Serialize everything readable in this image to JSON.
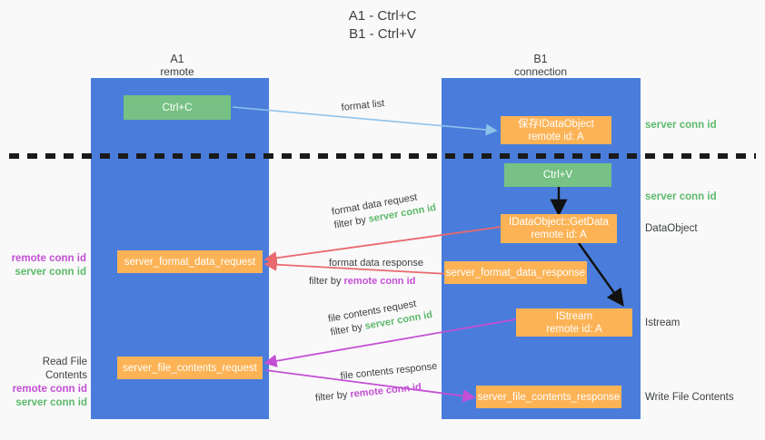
{
  "title": {
    "line1": "A1 - Ctrl+C",
    "line2": "B1 - Ctrl+V"
  },
  "columns": {
    "left": {
      "name": "A1",
      "role": "remote"
    },
    "right": {
      "name": "B1",
      "role": "connection"
    }
  },
  "nodes": {
    "ctrl_c": {
      "label": "Ctrl+C"
    },
    "save_idataobject": {
      "line1": "保存IDataObject",
      "line2": "remote id: A"
    },
    "ctrl_v": {
      "label": "Ctrl+V"
    },
    "getdata": {
      "line1": "IDataObject::GetData",
      "line2": "remote id: A"
    },
    "format_data_request": {
      "label": "server_format_data_request"
    },
    "format_data_response": {
      "label": "server_format_data_response"
    },
    "istream": {
      "line1": "IStream",
      "line2": "remote id: A"
    },
    "file_contents_request": {
      "label": "server_file_contents_request"
    },
    "file_contents_response": {
      "label": "server_file_contents_response"
    }
  },
  "right_labels": {
    "server_conn_id_1": "server conn id",
    "server_conn_id_2": "server conn id",
    "data_object": "DataObject",
    "istream": "Istream",
    "write_file_contents": "Write File Contents"
  },
  "left_labels": {
    "format_remote": "remote conn id",
    "format_server": "server conn id",
    "read_file_contents": "Read File Contents",
    "file_remote": "remote conn id",
    "file_server": "server conn id"
  },
  "edges": {
    "format_list": "format list",
    "format_data_request": {
      "line1": "format data request",
      "prefix": "filter by ",
      "key": "server conn id"
    },
    "format_data_response": {
      "line1": "format data response",
      "prefix": "filter by ",
      "key": "remote conn id"
    },
    "file_contents_request": {
      "line1": "file contents request",
      "prefix": "filter by ",
      "key": "server conn id"
    },
    "file_contents_response": {
      "line1": "file contents response",
      "prefix": "filter by ",
      "key": "remote conn id"
    }
  },
  "colors": {
    "lane": "#4a7ddb",
    "green_node": "#76c183",
    "orange_node": "#fcb356",
    "green_text": "#5cb96b",
    "purple_text": "#c34fd4",
    "red_arrow": "#e8696e",
    "magenta_arrow": "#c34fd4",
    "blue_arrow": "#8fc2ea",
    "divider": "#1a1a1a",
    "background": "#f9f9f9"
  }
}
